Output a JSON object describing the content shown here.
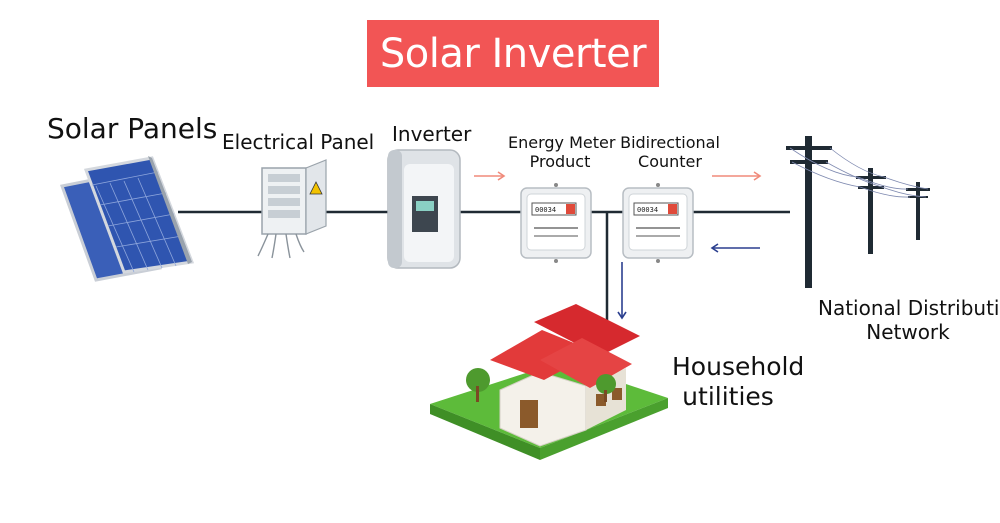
{
  "title": "Solar Inverter",
  "labels": {
    "solar_panels": "Solar Panels",
    "electrical_panel": "Electrical Panel",
    "inverter": "Inverter",
    "energy_meter_line1": "Energy Meter",
    "energy_meter_line2": "Product",
    "bidirectional_line1": "Bidirectional",
    "bidirectional_line2": "Counter",
    "national_line1": "National Distribution",
    "national_line2": "Network",
    "household_line1": "Household",
    "household_line2": "utilities"
  },
  "meters": {
    "reading_left": "00034",
    "reading_right": "00034"
  },
  "colors": {
    "title_bg": "#f25555",
    "arrow_out": "#f08a7a",
    "arrow_in": "#2b3f8f",
    "wire": "#1f2a33"
  }
}
